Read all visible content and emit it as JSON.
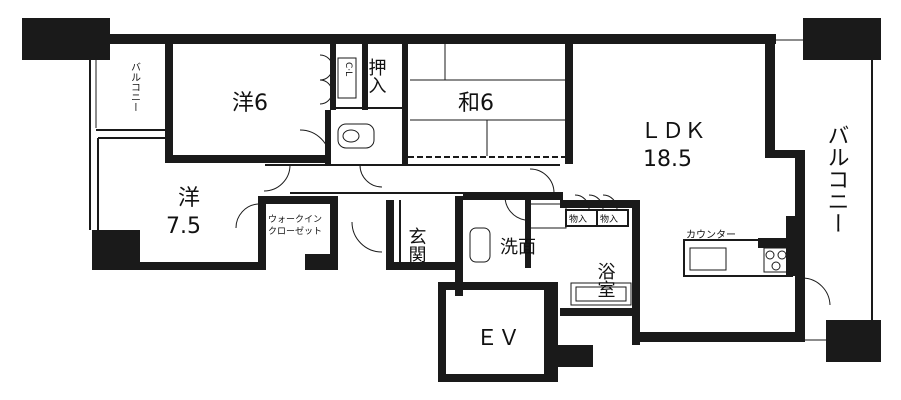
{
  "rooms": {
    "ldk": {
      "name": "ＬＤＫ",
      "size": "18.5"
    },
    "washitsu": {
      "label": "和6"
    },
    "yoshitsu_north": {
      "label": "洋6"
    },
    "yoshitsu_west": {
      "name": "洋",
      "size": "7.5"
    },
    "balcony_east": {
      "label": "バルコニー"
    },
    "balcony_west": {
      "label": "バルコニー"
    },
    "closet_cl": {
      "label": "C·L"
    },
    "oshiire": {
      "label": "押入"
    },
    "walkin": {
      "line1": "ウォークイン",
      "line2": "クローゼット"
    },
    "genkan": {
      "label": "玄関"
    },
    "senmen": {
      "label": "洗面"
    },
    "yokushitsu": {
      "label": "浴室"
    },
    "mono1": {
      "label": "物入"
    },
    "mono2": {
      "label": "物入"
    },
    "counter": {
      "label": "カウンター"
    },
    "ev": {
      "label": "ＥＶ"
    }
  },
  "colors": {
    "wall": "#1a1a1a",
    "background": "#ffffff"
  }
}
